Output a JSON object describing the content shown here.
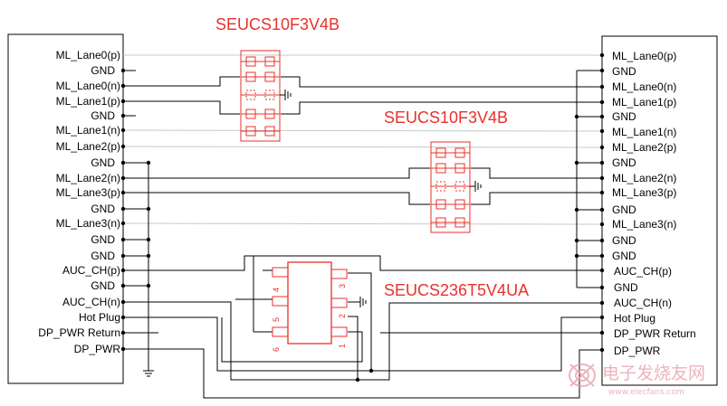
{
  "left_connector": {
    "pins": [
      "ML_Lane0(p)",
      "GND",
      "ML_Lane0(n)",
      "ML_Lane1(p)",
      "GND",
      "ML_Lane1(n)",
      "ML_Lane2(p)",
      "GND",
      "ML_Lane2(n)",
      "ML_Lane3(p)",
      "GND",
      "ML_Lane3(n)",
      "GND",
      "GND",
      "AUC_CH(p)",
      "GND",
      "AUC_CH(n)",
      "Hot Plug",
      "DP_PWR Return",
      "DP_PWR"
    ]
  },
  "right_connector": {
    "pins": [
      "ML_Lane0(p)",
      "GND",
      "ML_Lane0(n)",
      "ML_Lane1(p)",
      "GND",
      "ML_Lane1(n)",
      "ML_Lane2(p)",
      "GND",
      "ML_Lane2(n)",
      "ML_Lane3(p)",
      "GND",
      "ML_Lane3(n)",
      "GND",
      "GND",
      "AUC_CH(p)",
      "GND",
      "AUC_CH(n)",
      "Hot Plug",
      "DP_PWR Return",
      "DP_PWR"
    ]
  },
  "chips": [
    {
      "name": "SEUCS10F3V4B"
    },
    {
      "name": "SEUCS10F3V4B"
    },
    {
      "name": "SEUCS236T5V4UA",
      "pin_numbers": [
        "4",
        "5",
        "6",
        "3",
        "2",
        "1"
      ]
    }
  ],
  "watermark": {
    "text": "电子发烧友网",
    "url": "www.elecfans.com"
  },
  "colors": {
    "wire": "#000000",
    "chip": "#e8312b",
    "wire_light": "#c8c8c8",
    "watermark": "#e89aa6"
  }
}
